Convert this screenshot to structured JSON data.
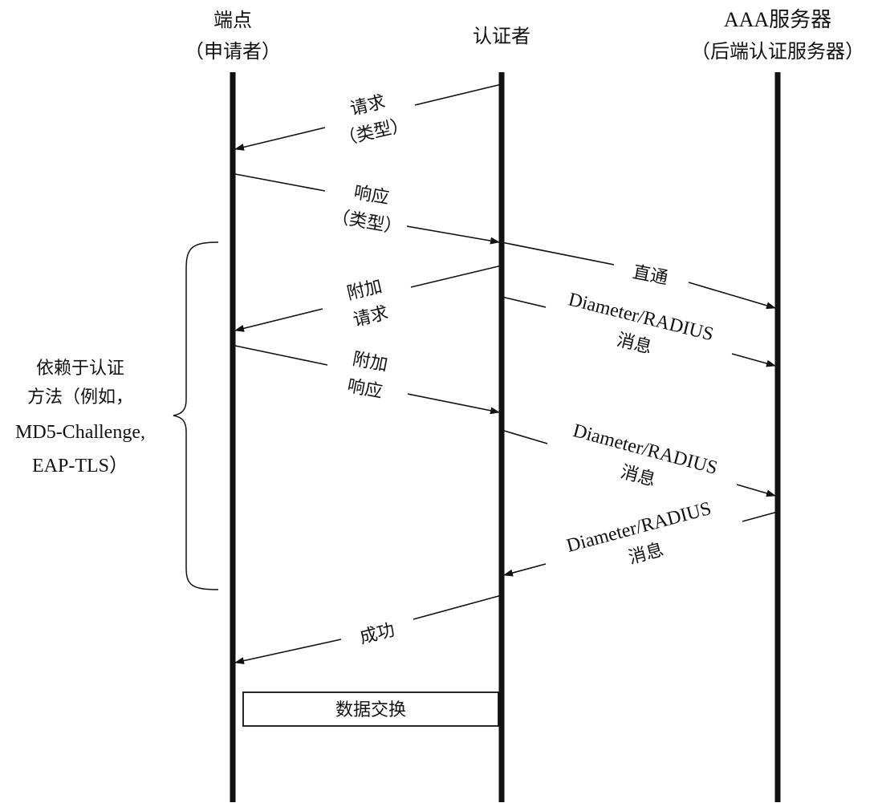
{
  "participants": {
    "endpoint": {
      "line1": "端点",
      "line2": "（申请者）"
    },
    "authenticator": {
      "line1": "认证者"
    },
    "aaa": {
      "line1": "AAA服务器",
      "line2": "（后端认证服务器）"
    }
  },
  "messages": {
    "request": {
      "line1": "请求",
      "line2": "（类型）"
    },
    "response": {
      "line1": "响应",
      "line2": "（类型）"
    },
    "passthrough": {
      "line1": "直通"
    },
    "extra_request": {
      "line1": "附加",
      "line2": "请求"
    },
    "diameter_1": {
      "line1": "Diameter/RADIUS",
      "line2": "消息"
    },
    "extra_response": {
      "line1": "附加",
      "line2": "响应"
    },
    "diameter_2": {
      "line1": "Diameter/RADIUS",
      "line2": "消息"
    },
    "diameter_3": {
      "line1": "Diameter/RADIUS",
      "line2": "消息"
    },
    "success": {
      "line1": "成功"
    }
  },
  "side_note": {
    "line1": "依赖于认证",
    "line2": "方法（例如，",
    "line3": "MD5-Challenge,",
    "line4": "EAP-TLS）"
  },
  "data_exchange": {
    "label": "数据交换"
  }
}
